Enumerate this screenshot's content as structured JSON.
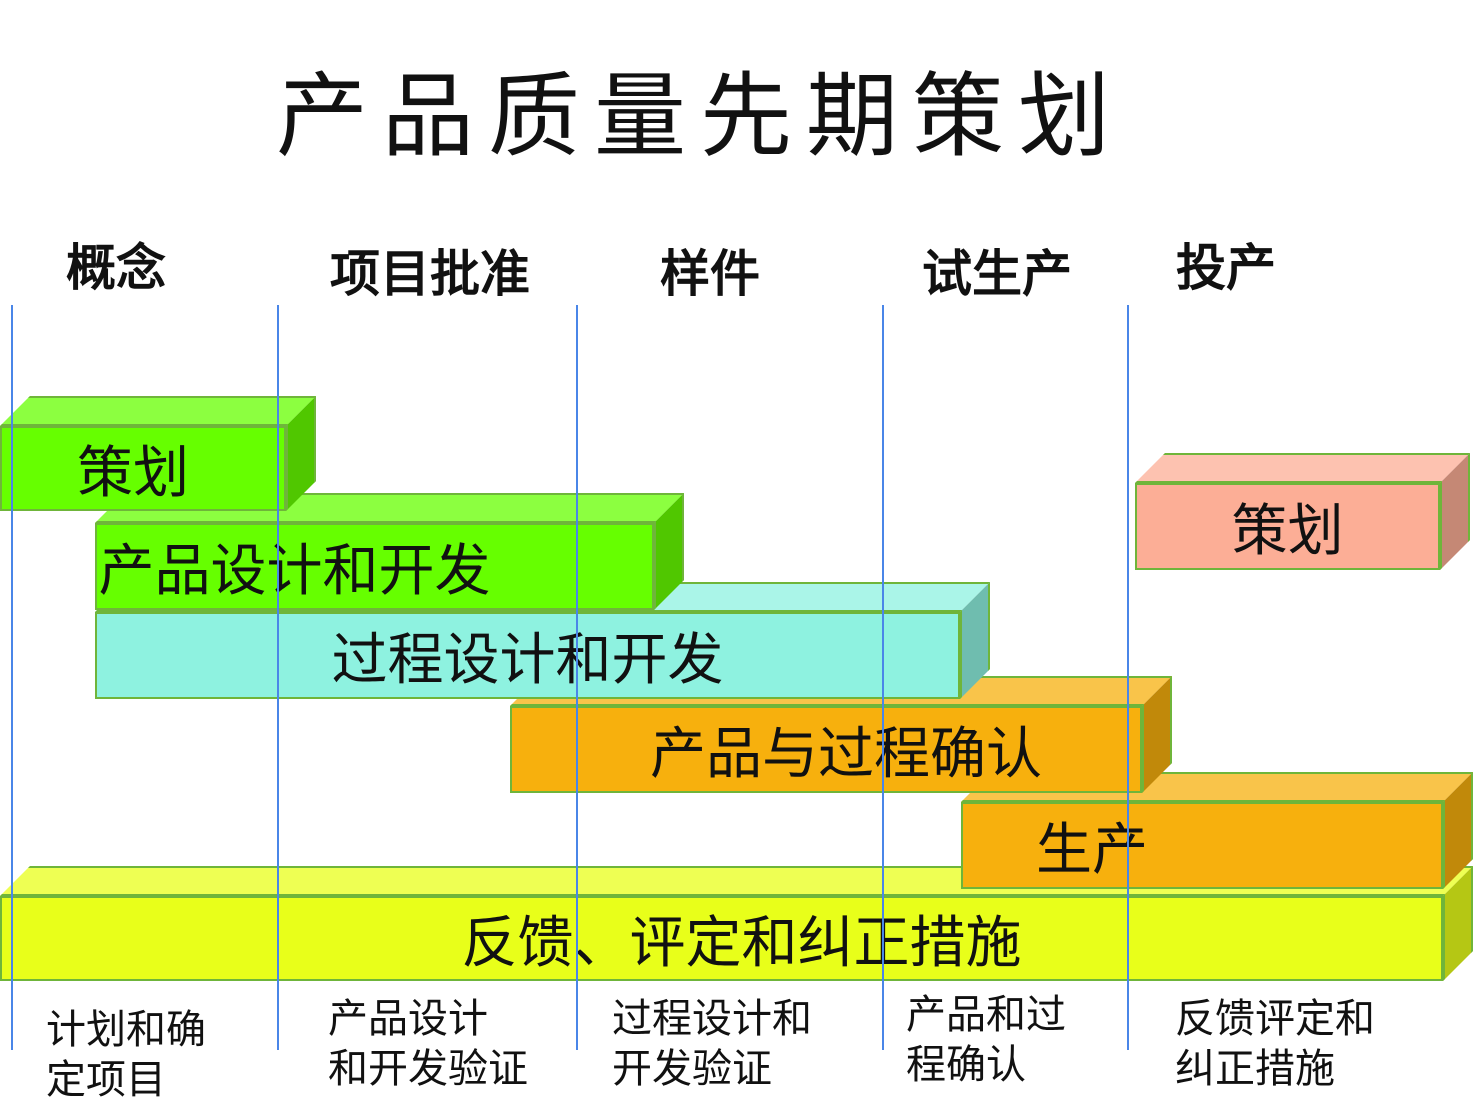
{
  "title": "产品质量先期策划",
  "phases": [
    "概念",
    "项目批准",
    "样件",
    "试生产",
    "投产"
  ],
  "bars": [
    {
      "label": "策划"
    },
    {
      "label": "产品设计和开发"
    },
    {
      "label": "过程设计和开发"
    },
    {
      "label": "产品与过程确认"
    },
    {
      "label": "生产"
    },
    {
      "label": "反馈、评定和纠正措施"
    },
    {
      "label": "策划"
    }
  ],
  "descriptions": [
    {
      "line1": "计划和确",
      "line2": "定项目"
    },
    {
      "line1": "产品设计",
      "line2": "和开发验证"
    },
    {
      "line1": "过程设计和",
      "line2": "开发验证"
    },
    {
      "line1": "产品和过",
      "line2": "程确认"
    },
    {
      "line1": "反馈评定和",
      "line2": "纠正措施"
    }
  ],
  "colors": {
    "green": "#66ff00",
    "cyan": "#8ef2e0",
    "orange": "#f7b00d",
    "yellow": "#e8ff1a",
    "salmon": "#fcae96",
    "divider": "#4a86e8"
  }
}
